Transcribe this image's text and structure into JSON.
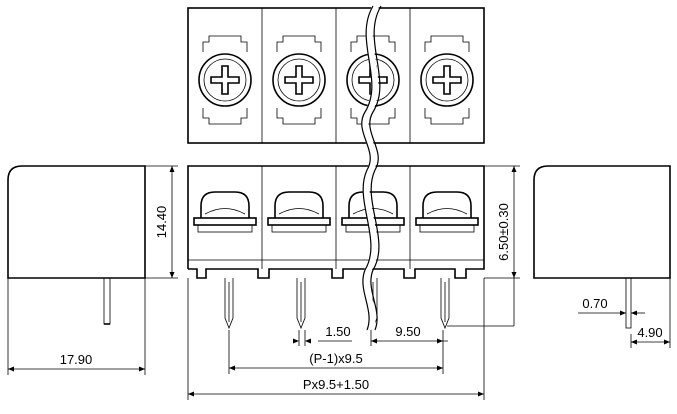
{
  "dimensions": {
    "body_height": "14.40",
    "side_depth": "17.90",
    "terminal_height": "6.50±0.30",
    "gap": "1.50",
    "pitch": "9.50",
    "pin_span": "(P-1)x9.5",
    "overall_length": "Px9.5+1.50",
    "pin_width": "0.70",
    "pin_offset": "4.90"
  },
  "colors": {
    "line": "#000000",
    "background": "#ffffff"
  },
  "pole_count": 4
}
